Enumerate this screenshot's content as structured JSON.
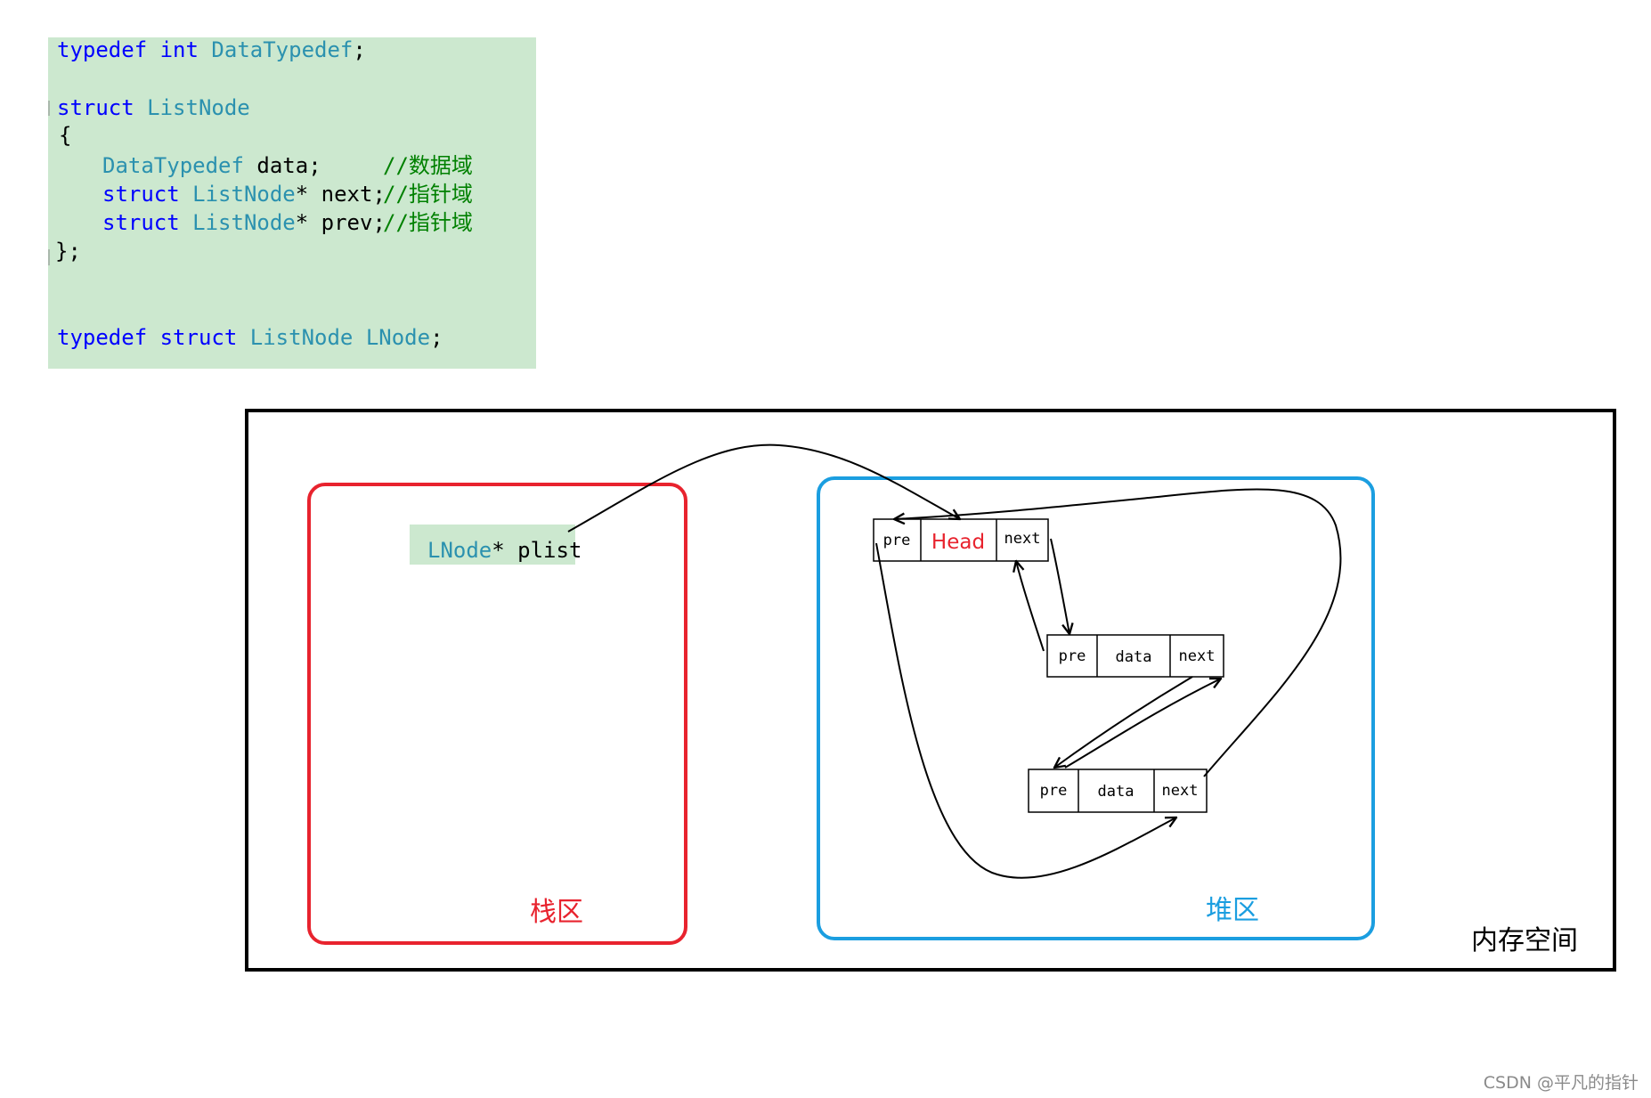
{
  "code_snippet": {
    "line_1": {
      "kw": "typedef",
      "kw2": "int",
      "type": "DataTypedef",
      "rest": ";"
    },
    "line_2": {
      "kw": "struct",
      "type": "ListNode"
    },
    "line_3": {
      "text": "{"
    },
    "field_data": {
      "type": "DataTypedef",
      "name": "data;",
      "comment": "//数据域"
    },
    "field_next": {
      "kw": "struct",
      "type": "ListNode",
      "name": "* next;",
      "comment": "//指针域"
    },
    "field_prev": {
      "kw": "struct",
      "type": "ListNode",
      "name": "* prev;",
      "comment": "//指针域"
    },
    "line_close": {
      "text": "};"
    },
    "line_last": {
      "kw": "typedef",
      "kw2": "struct",
      "type": "ListNode",
      "type2": "LNode",
      "rest": ";"
    }
  },
  "diagram": {
    "stack_variable": {
      "type": "LNode",
      "rest": "* plist"
    },
    "head_node": {
      "pre": "pre",
      "data": "Head",
      "next": "next"
    },
    "node_2": {
      "pre": "pre",
      "data": "data",
      "next": "next"
    },
    "node_3": {
      "pre": "pre",
      "data": "data",
      "next": "next"
    },
    "stack_label": "栈区",
    "heap_label": "堆区",
    "memory_label": "内存空间"
  },
  "watermark": "CSDN @平凡的指针",
  "colors": {
    "code_bg": "#cce8cf",
    "keyword": "#0000ff",
    "type": "#2b91af",
    "comment": "#008000",
    "stack_border": "#e8232e",
    "heap_border": "#1b9ee0",
    "head_text": "#e8232e",
    "heap_label": "#1b9ee0",
    "stack_label": "#e8232e"
  }
}
